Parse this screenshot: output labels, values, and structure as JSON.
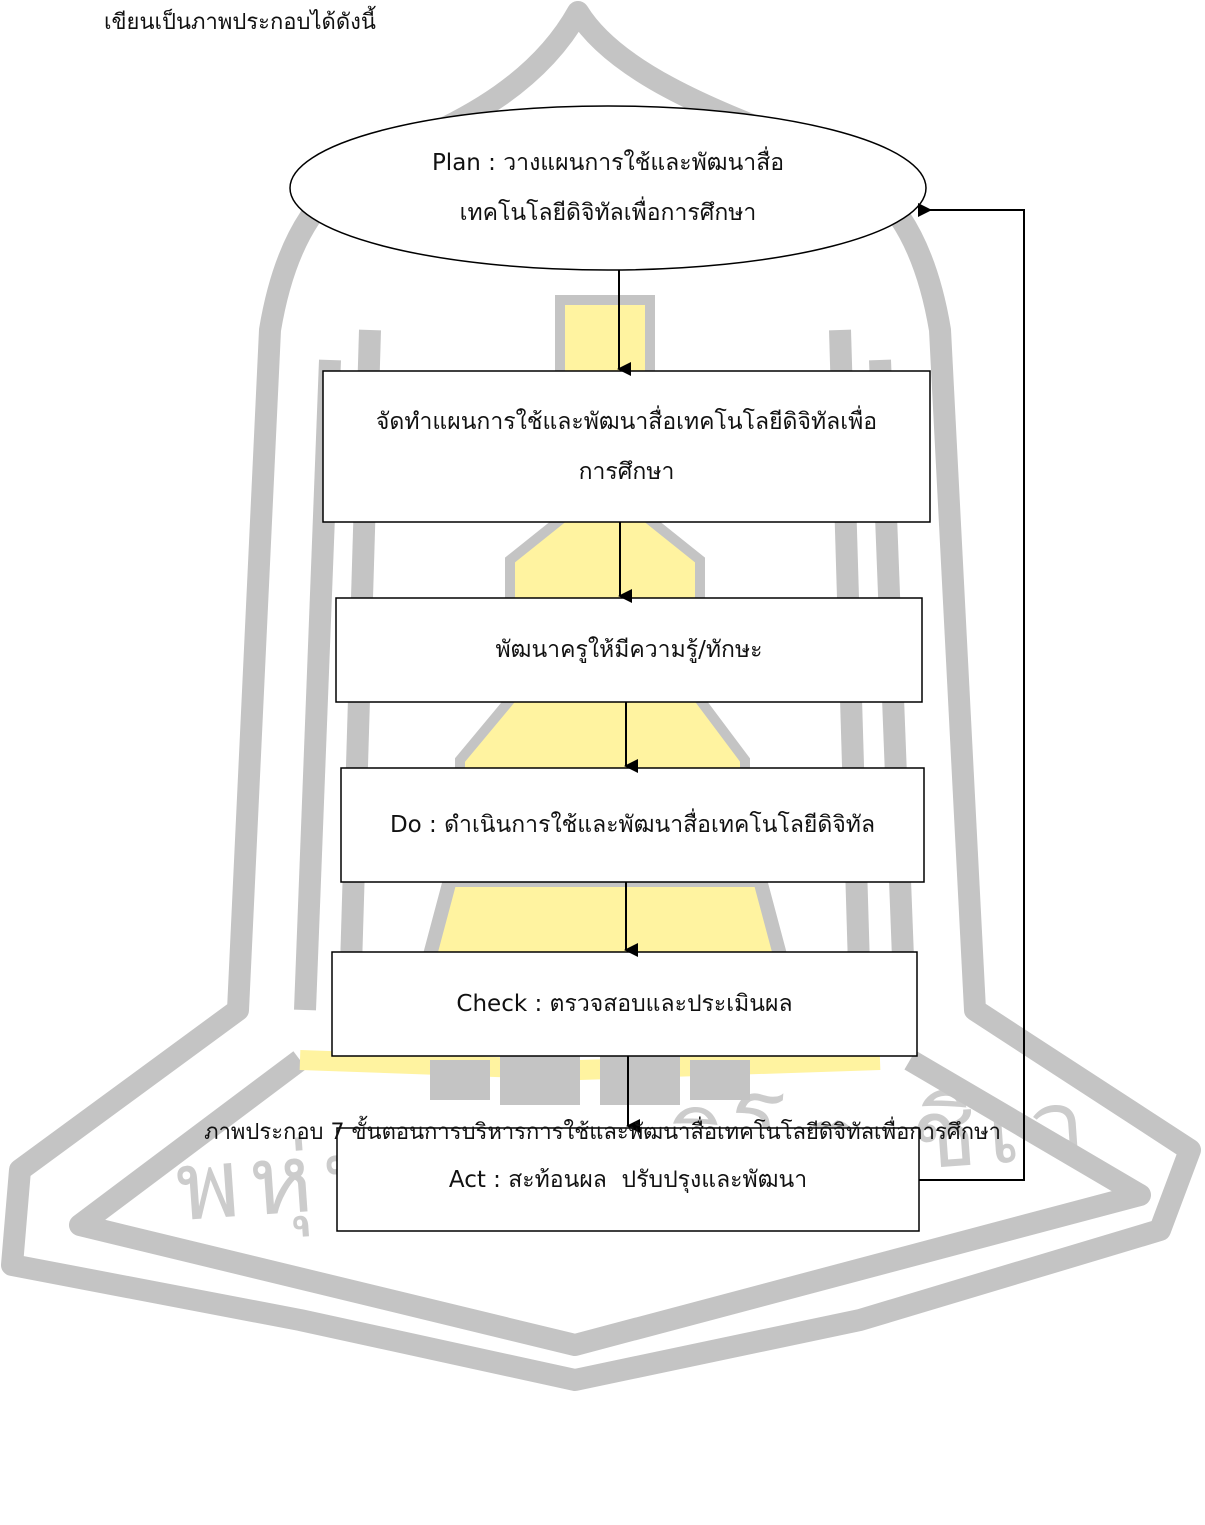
{
  "intro_text": "เขียนเป็นภาพประกอบได้ดังนี้",
  "watermark": {
    "inscription": "พหุ่น ปณฺ ฑิโต ชีเว",
    "colors": {
      "grey": "#c4c4c4",
      "yellow": "#fff3a0"
    }
  },
  "nodes": [
    {
      "shape": "ellipse",
      "line1": "Plan : วางแผนการใช้และพัฒนาสื่อ",
      "line2": "เทคโนโลยีดิจิทัลเพื่อการศึกษา"
    },
    {
      "shape": "rect",
      "line1": "จัดทำแผนการใช้และพัฒนาสื่อเทคโนโลยีดิจิทัลเพื่อ",
      "line2": "การศึกษา"
    },
    {
      "shape": "rect",
      "line1": "พัฒนาครูให้มีความรู้/ทักษะ"
    },
    {
      "shape": "rect",
      "line1": "Do : ดำเนินการใช้และพัฒนาสื่อเทคโนโลยีดิจิทัล"
    },
    {
      "shape": "rect",
      "line1": "Check : ตรวจสอบและประเมินผล"
    },
    {
      "shape": "rect",
      "line1": "Act : สะท้อนผล  ปรับปรุงและพัฒนา"
    }
  ],
  "caption": "ภาพประกอบ 7 ขั้นตอนการบริหารการใช้และพัฒนาสื่อเทคโนโลยีดิจิทัลเพื่อการศึกษา"
}
